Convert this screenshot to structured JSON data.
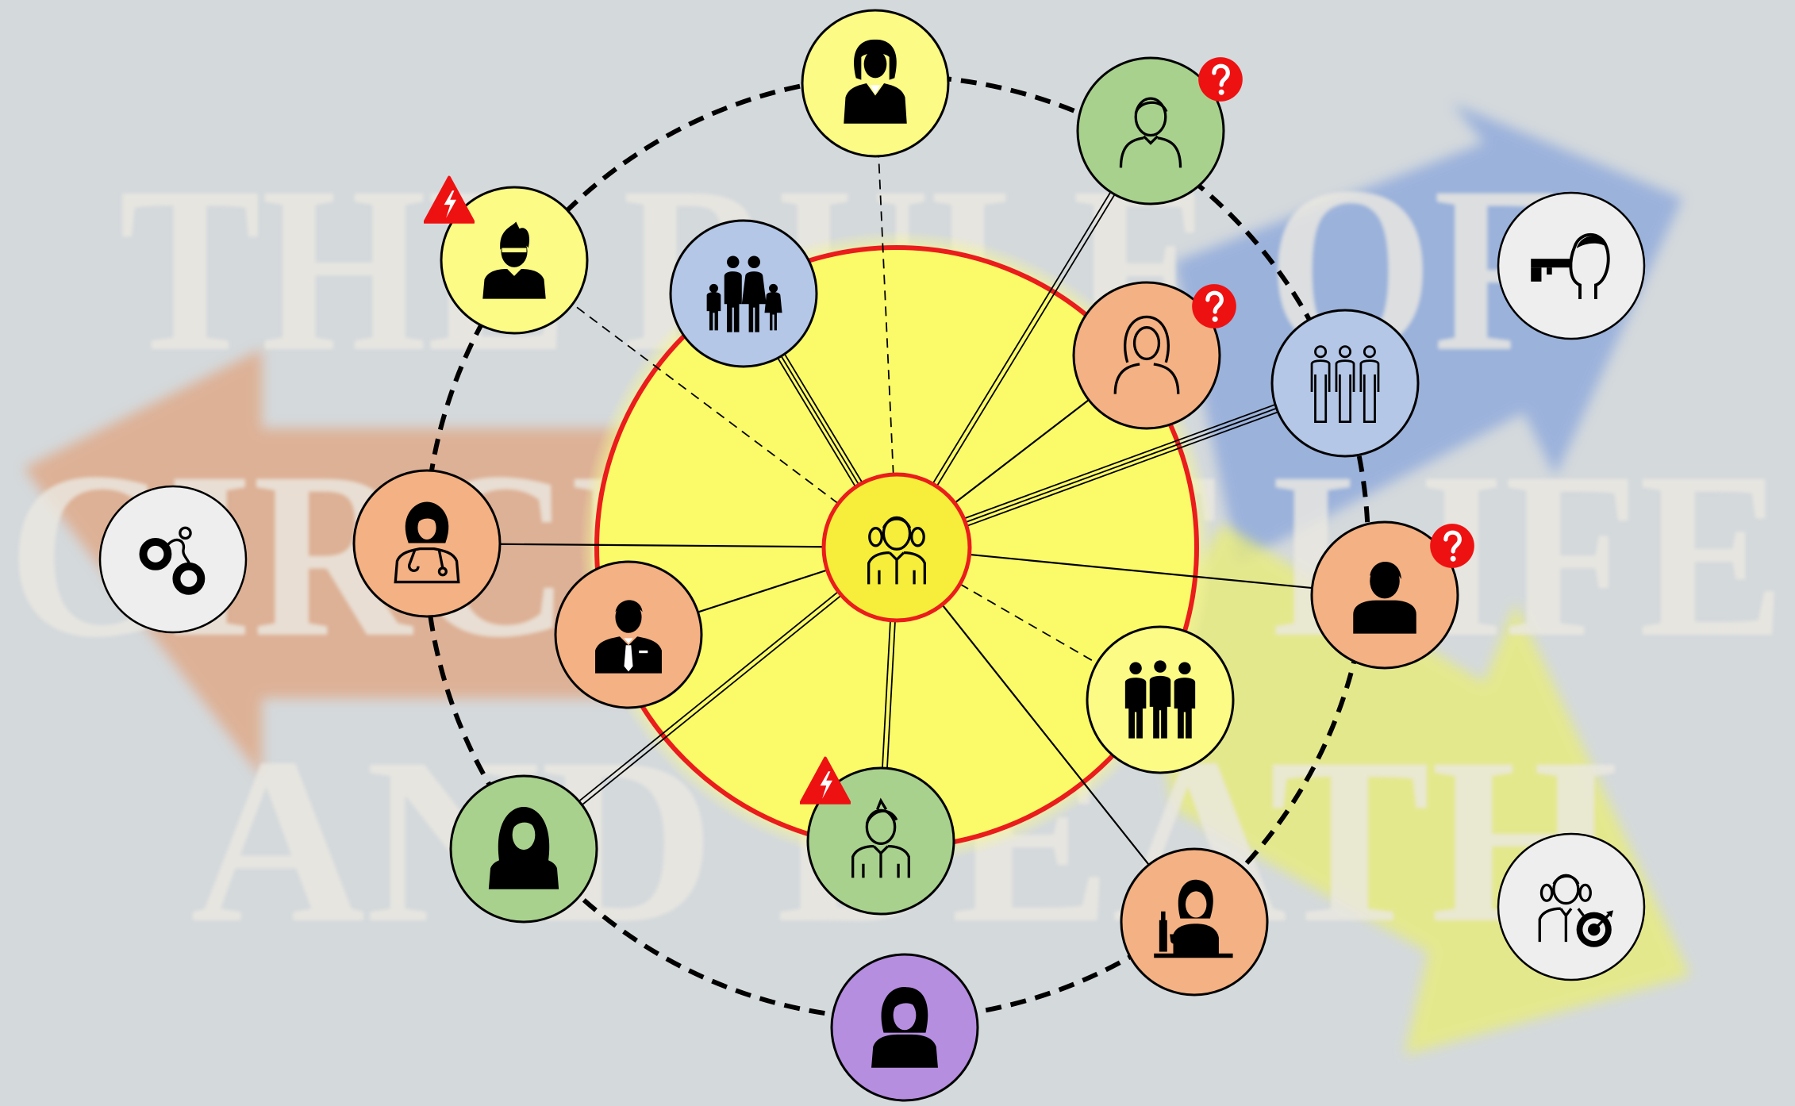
{
  "background_title": {
    "line1": "THE RULE OF",
    "line2": "CIRCLE OF LIFE",
    "line3": "AND DEATH"
  },
  "colors": {
    "background": "#d4d9dc",
    "center_fill": "#fbfb6a",
    "center_ring": "#ea1c1c",
    "outer_ring": "#000000",
    "yellow_node": "#fbfb85",
    "green_node": "#a9d18e",
    "orange_node": "#f4b183",
    "blue_node": "#b4c7e7",
    "purple_node": "#b68ee0",
    "gray_node": "#eeeeee",
    "warning": "#ee1111",
    "question": "#ee1111",
    "arrow_left": "#e0a47f",
    "arrow_blue": "#8ea9db",
    "arrow_yellow": "#e8ec7a"
  },
  "center_node": {
    "icon": "girl-outline-icon",
    "color": "yellow"
  },
  "nodes": [
    {
      "id": "woman-top",
      "icon": "woman-suit-icon",
      "color": "yellow",
      "badge": "",
      "link": "dashed"
    },
    {
      "id": "man-top-right",
      "icon": "man-outline-icon",
      "color": "green",
      "badge": "question",
      "link": "double"
    },
    {
      "id": "woman-right",
      "icon": "woman-outline-icon",
      "color": "orange",
      "badge": "question",
      "link": "single"
    },
    {
      "id": "group-outline",
      "icon": "three-people-outline-icon",
      "color": "blue",
      "badge": "",
      "link": "triple"
    },
    {
      "id": "man-right",
      "icon": "man-solid-icon",
      "color": "orange",
      "badge": "question",
      "link": "single"
    },
    {
      "id": "group-solid",
      "icon": "three-people-solid-icon",
      "color": "yellow",
      "badge": "",
      "link": "dashed"
    },
    {
      "id": "bartender",
      "icon": "bartender-icon",
      "color": "orange",
      "badge": "",
      "link": "single"
    },
    {
      "id": "woman-bottom",
      "icon": "woman-solid-icon",
      "color": "purple",
      "badge": "",
      "link": ""
    },
    {
      "id": "boy-bottom",
      "icon": "boy-outline-icon",
      "color": "green",
      "badge": "warning",
      "link": "double"
    },
    {
      "id": "woman-long-hair",
      "icon": "woman-long-hair-icon",
      "color": "green",
      "badge": "",
      "link": "double"
    },
    {
      "id": "businessman",
      "icon": "businessman-icon",
      "color": "orange",
      "badge": "",
      "link": "single"
    },
    {
      "id": "doctor",
      "icon": "doctor-icon",
      "color": "orange",
      "badge": "",
      "link": "single"
    },
    {
      "id": "boy-top-left",
      "icon": "boy-solid-icon",
      "color": "yellow",
      "badge": "warning",
      "link": "dashed"
    },
    {
      "id": "family",
      "icon": "family-icon",
      "color": "blue",
      "badge": "",
      "link": "triple"
    }
  ],
  "outside_nodes": [
    {
      "id": "handcuffs",
      "icon": "handcuffs-icon",
      "color": "gray"
    },
    {
      "id": "gunman",
      "icon": "gun-to-head-icon",
      "color": "gray"
    },
    {
      "id": "target-girl",
      "icon": "girl-target-icon",
      "color": "gray"
    }
  ]
}
